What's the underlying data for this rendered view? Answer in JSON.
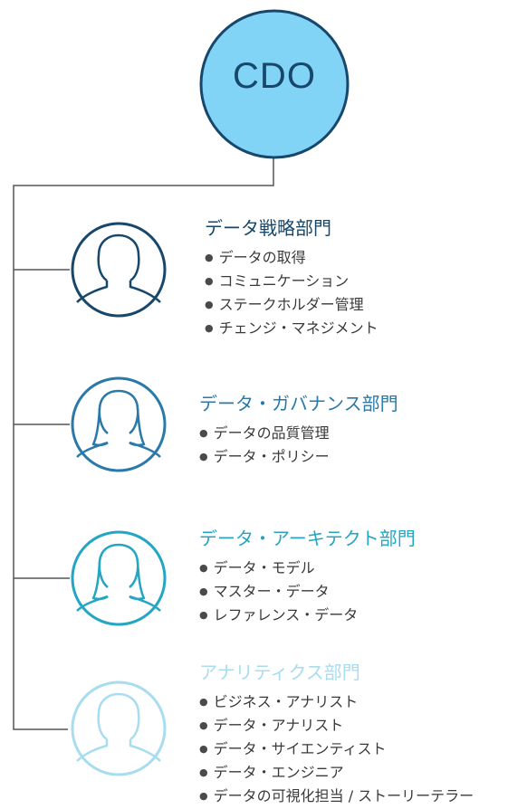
{
  "root": {
    "label": "CDO",
    "fill": "#82d4f7",
    "stroke": "#17476b"
  },
  "departments": [
    {
      "title": "データ戦略部門",
      "color": "#17476b",
      "icon": "person-icon",
      "items": [
        "データの取得",
        "コミュニケーション",
        "ステークホルダー管理",
        "チェンジ・マネジメント"
      ]
    },
    {
      "title": "データ・ガバナンス部門",
      "color": "#2a79a9",
      "icon": "person-female-icon",
      "items": [
        "データの品質管理",
        "データ・ポリシー"
      ]
    },
    {
      "title": "データ・アーキテクト部門",
      "color": "#22a6c4",
      "icon": "person-female-icon",
      "items": [
        "データ・モデル",
        "マスター・データ",
        "レファレンス・データ"
      ]
    },
    {
      "title": "アナリティクス部門",
      "color": "#a8dcef",
      "icon": "person-icon",
      "items": [
        "ビジネス・アナリスト",
        "データ・アナリスト",
        "データ・サイエンティスト",
        "データ・エンジニア",
        "データの可視化担当 / ストーリーテラー"
      ]
    }
  ]
}
